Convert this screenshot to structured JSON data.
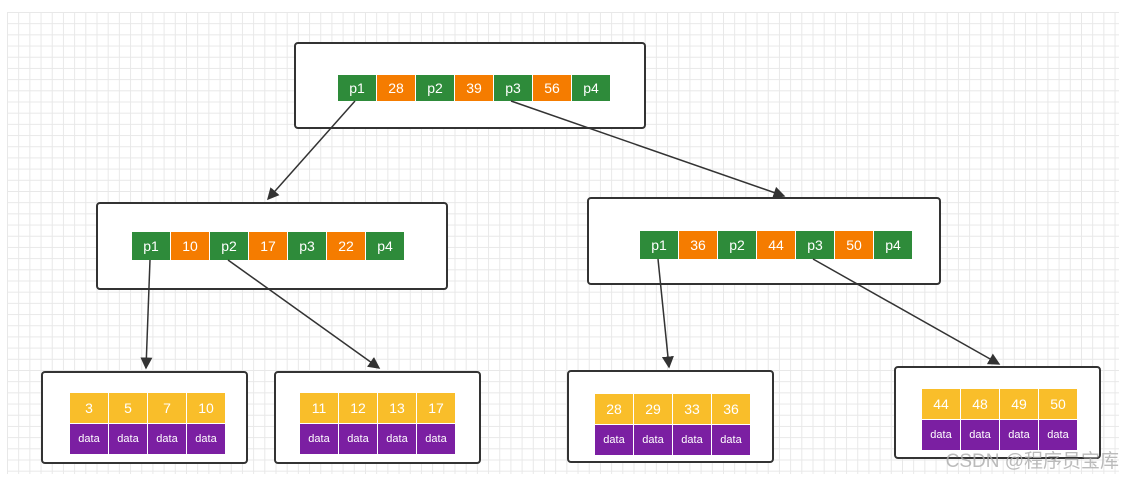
{
  "root": {
    "cells": [
      "p1",
      "28",
      "p2",
      "39",
      "p3",
      "56",
      "p4"
    ]
  },
  "mid_left": {
    "cells": [
      "p1",
      "10",
      "p2",
      "17",
      "p3",
      "22",
      "p4"
    ]
  },
  "mid_right": {
    "cells": [
      "p1",
      "36",
      "p2",
      "44",
      "p3",
      "50",
      "p4"
    ]
  },
  "leaves": [
    {
      "keys": [
        "3",
        "5",
        "7",
        "10"
      ],
      "data": [
        "data",
        "data",
        "data",
        "data"
      ]
    },
    {
      "keys": [
        "11",
        "12",
        "13",
        "17"
      ],
      "data": [
        "data",
        "data",
        "data",
        "data"
      ]
    },
    {
      "keys": [
        "28",
        "29",
        "33",
        "36"
      ],
      "data": [
        "data",
        "data",
        "data",
        "data"
      ]
    },
    {
      "keys": [
        "44",
        "48",
        "49",
        "50"
      ],
      "data": [
        "data",
        "data",
        "data",
        "data"
      ]
    }
  ],
  "colors": {
    "pointer": "#2e8b3a",
    "key": "#f57c00",
    "leaf_key": "#f9be2a",
    "leaf_data": "#7b1fa2"
  },
  "watermark": "CSDN @程序员宝库"
}
